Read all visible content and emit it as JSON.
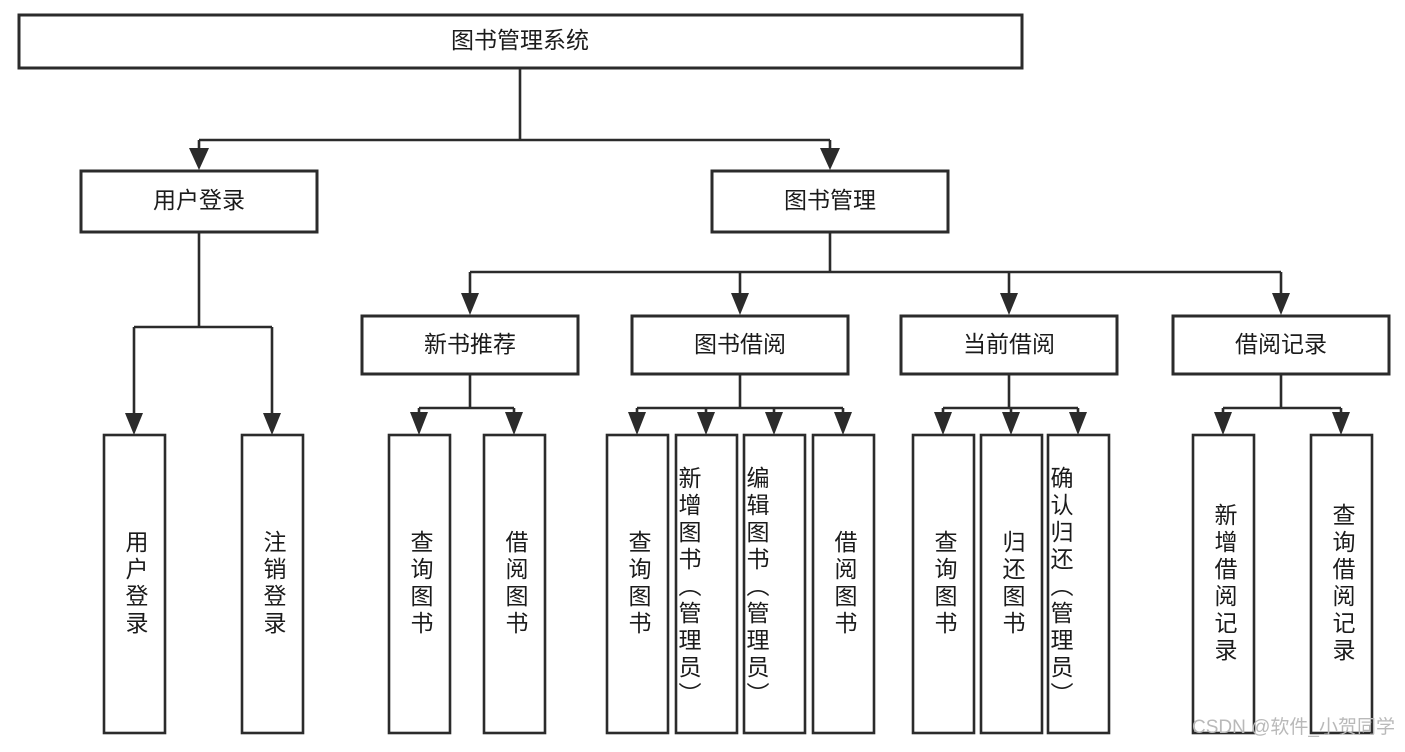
{
  "diagram": {
    "type": "tree-hierarchy-chart",
    "title": "图书管理系统",
    "root": {
      "id": "root",
      "label": "图书管理系统"
    },
    "level2": [
      {
        "id": "user-login",
        "label": "用户登录"
      },
      {
        "id": "book-management",
        "label": "图书管理"
      }
    ],
    "level3": [
      {
        "id": "new-book-recommend",
        "label": "新书推荐",
        "parent": "book-management"
      },
      {
        "id": "book-borrow",
        "label": "图书借阅",
        "parent": "book-management"
      },
      {
        "id": "current-borrow",
        "label": "当前借阅",
        "parent": "book-management"
      },
      {
        "id": "borrow-record",
        "label": "借阅记录",
        "parent": "book-management"
      }
    ],
    "leaves": [
      {
        "id": "leaf-user-login",
        "label": "用户登录",
        "parent": "user-login"
      },
      {
        "id": "leaf-logout-login",
        "label": "注销登录",
        "parent": "user-login"
      },
      {
        "id": "leaf-query-book-1",
        "label": "查询图书",
        "parent": "new-book-recommend"
      },
      {
        "id": "leaf-borrow-book-1",
        "label": "借阅图书",
        "parent": "new-book-recommend"
      },
      {
        "id": "leaf-query-book-2",
        "label": "查询图书",
        "parent": "book-borrow"
      },
      {
        "id": "leaf-add-book",
        "label": "新增图书（管理员）",
        "parent": "book-borrow"
      },
      {
        "id": "leaf-edit-book",
        "label": "编辑图书（管理员）",
        "parent": "book-borrow"
      },
      {
        "id": "leaf-borrow-book-2",
        "label": "借阅图书",
        "parent": "book-borrow"
      },
      {
        "id": "leaf-query-book-3",
        "label": "查询图书",
        "parent": "current-borrow"
      },
      {
        "id": "leaf-return-book",
        "label": "归还图书",
        "parent": "current-borrow"
      },
      {
        "id": "leaf-confirm-return",
        "label": "确认归还（管理员）",
        "parent": "current-borrow"
      },
      {
        "id": "leaf-add-record",
        "label": "新增借阅记录",
        "parent": "borrow-record"
      },
      {
        "id": "leaf-query-record",
        "label": "查询借阅记录",
        "parent": "borrow-record"
      }
    ],
    "colors": {
      "box_stroke": "#2b2b2b",
      "box_fill": "#ffffff",
      "connector": "#2b2b2b",
      "text": "#1b1b1b",
      "watermark": "#b9b9b9",
      "background": "#ffffff"
    }
  },
  "watermark": {
    "text": "CSDN @软件_小贺同学"
  }
}
